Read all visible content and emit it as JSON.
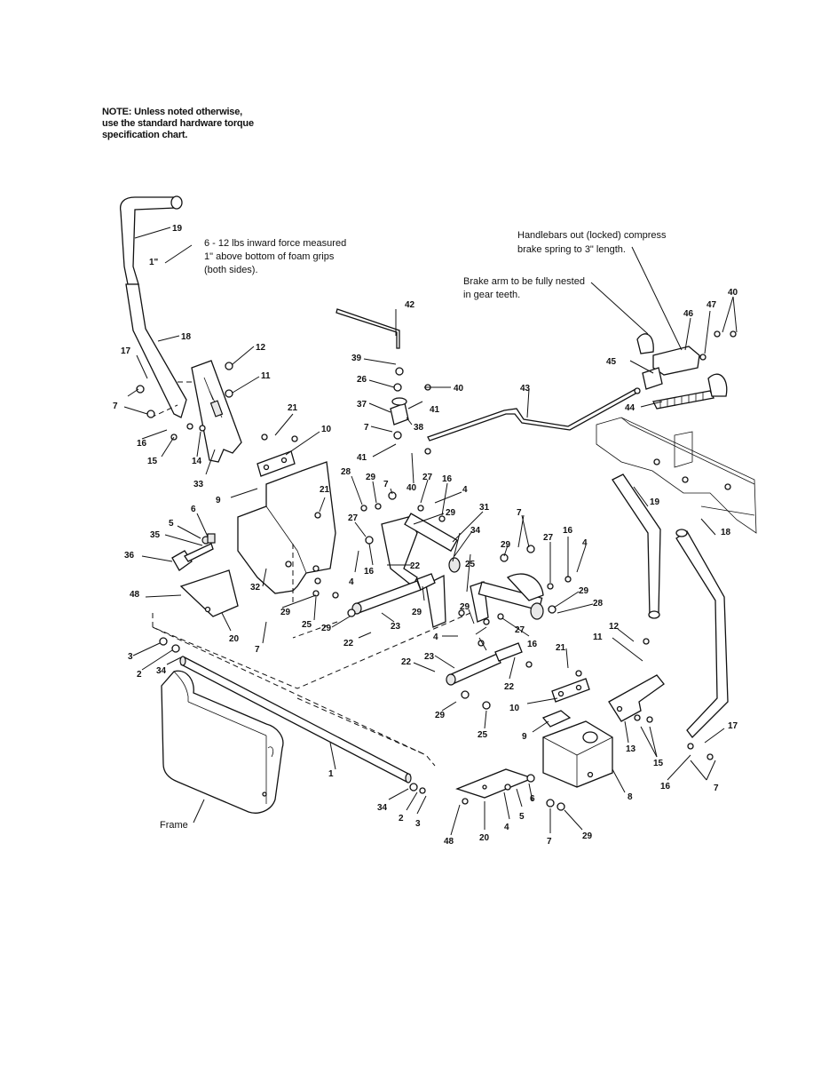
{
  "note": {
    "lines": [
      "NOTE: Unless noted otherwise,",
      "use the standard hardware torque",
      "specification chart."
    ]
  },
  "callouts": {
    "force_lines": [
      "6 - 12 lbs inward force measured",
      "1\" above bottom of foam grips",
      "(both sides)."
    ],
    "inch_mark": "1\"",
    "brake_arm_lines": [
      "Brake arm to be fully nested",
      "in gear teeth."
    ],
    "handlebars_lines": [
      "Handlebars out (locked) compress",
      "brake spring to 3\" length."
    ],
    "frame": "Frame"
  },
  "part_numbers": [
    {
      "id": "n19a",
      "t": "19"
    },
    {
      "id": "n18a",
      "t": "18"
    },
    {
      "id": "n17a",
      "t": "17"
    },
    {
      "id": "n7a",
      "t": "7"
    },
    {
      "id": "n16a",
      "t": "16"
    },
    {
      "id": "n15a",
      "t": "15"
    },
    {
      "id": "n14a",
      "t": "14"
    },
    {
      "id": "n33",
      "t": "33"
    },
    {
      "id": "n12a",
      "t": "12"
    },
    {
      "id": "n11a",
      "t": "11"
    },
    {
      "id": "n21a",
      "t": "21"
    },
    {
      "id": "n10a",
      "t": "10"
    },
    {
      "id": "n9a",
      "t": "9"
    },
    {
      "id": "n21b",
      "t": "21"
    },
    {
      "id": "n6a",
      "t": "6"
    },
    {
      "id": "n5a",
      "t": "5"
    },
    {
      "id": "n35",
      "t": "35"
    },
    {
      "id": "n36",
      "t": "36"
    },
    {
      "id": "n48a",
      "t": "48"
    },
    {
      "id": "n32",
      "t": "32"
    },
    {
      "id": "n20a",
      "t": "20"
    },
    {
      "id": "n7b",
      "t": "7"
    },
    {
      "id": "n29a",
      "t": "29"
    },
    {
      "id": "n3a",
      "t": "3"
    },
    {
      "id": "n2a",
      "t": "2"
    },
    {
      "id": "n34a",
      "t": "34"
    },
    {
      "id": "n1",
      "t": "1"
    },
    {
      "id": "n42",
      "t": "42"
    },
    {
      "id": "n39",
      "t": "39"
    },
    {
      "id": "n26",
      "t": "26"
    },
    {
      "id": "n40a",
      "t": "40"
    },
    {
      "id": "n41a",
      "t": "41"
    },
    {
      "id": "n37",
      "t": "37"
    },
    {
      "id": "n7c",
      "t": "7"
    },
    {
      "id": "n38",
      "t": "38"
    },
    {
      "id": "n41b",
      "t": "41"
    },
    {
      "id": "n28a",
      "t": "28"
    },
    {
      "id": "n29b",
      "t": "29"
    },
    {
      "id": "n7d",
      "t": "7"
    },
    {
      "id": "n40b",
      "t": "40"
    },
    {
      "id": "n27a",
      "t": "27"
    },
    {
      "id": "n16b",
      "t": "16"
    },
    {
      "id": "n4a",
      "t": "4"
    },
    {
      "id": "n29c",
      "t": "29"
    },
    {
      "id": "n31",
      "t": "31"
    },
    {
      "id": "n27b",
      "t": "27"
    },
    {
      "id": "n16c",
      "t": "16"
    },
    {
      "id": "n4b",
      "t": "4"
    },
    {
      "id": "n22a",
      "t": "22"
    },
    {
      "id": "n34b",
      "t": "34"
    },
    {
      "id": "n25a",
      "t": "25"
    },
    {
      "id": "n29d",
      "t": "29"
    },
    {
      "id": "n25b",
      "t": "25"
    },
    {
      "id": "n29e",
      "t": "29"
    },
    {
      "id": "n23a",
      "t": "23"
    },
    {
      "id": "n22b",
      "t": "22"
    },
    {
      "id": "n43",
      "t": "43"
    },
    {
      "id": "n45",
      "t": "45"
    },
    {
      "id": "n44",
      "t": "44"
    },
    {
      "id": "n46",
      "t": "46"
    },
    {
      "id": "n47",
      "t": "47"
    },
    {
      "id": "n40c",
      "t": "40"
    },
    {
      "id": "n7e",
      "t": "7"
    },
    {
      "id": "n29f",
      "t": "29"
    },
    {
      "id": "n27c",
      "t": "27"
    },
    {
      "id": "n16d",
      "t": "16"
    },
    {
      "id": "n4c",
      "t": "4"
    },
    {
      "id": "n29g",
      "t": "29"
    },
    {
      "id": "n28b",
      "t": "28"
    },
    {
      "id": "n27d",
      "t": "27"
    },
    {
      "id": "n16e",
      "t": "16"
    },
    {
      "id": "n4d",
      "t": "4"
    },
    {
      "id": "n29h",
      "t": "29"
    },
    {
      "id": "n22c",
      "t": "22"
    },
    {
      "id": "n23b",
      "t": "23"
    },
    {
      "id": "n22d",
      "t": "22"
    },
    {
      "id": "n29i",
      "t": "29"
    },
    {
      "id": "n25c",
      "t": "25"
    },
    {
      "id": "n21c",
      "t": "21"
    },
    {
      "id": "n10b",
      "t": "10"
    },
    {
      "id": "n9b",
      "t": "9"
    },
    {
      "id": "n12b",
      "t": "12"
    },
    {
      "id": "n11b",
      "t": "11"
    },
    {
      "id": "n13",
      "t": "13"
    },
    {
      "id": "n15b",
      "t": "15"
    },
    {
      "id": "n17b",
      "t": "17"
    },
    {
      "id": "n16f",
      "t": "16"
    },
    {
      "id": "n7f",
      "t": "7"
    },
    {
      "id": "n19b",
      "t": "19"
    },
    {
      "id": "n18b",
      "t": "18"
    },
    {
      "id": "n8",
      "t": "8"
    },
    {
      "id": "n6b",
      "t": "6"
    },
    {
      "id": "n5b",
      "t": "5"
    },
    {
      "id": "n4e",
      "t": "4"
    },
    {
      "id": "n20b",
      "t": "20"
    },
    {
      "id": "n48b",
      "t": "48"
    },
    {
      "id": "n7g",
      "t": "7"
    },
    {
      "id": "n29j",
      "t": "29"
    },
    {
      "id": "n34c",
      "t": "34"
    },
    {
      "id": "n2b",
      "t": "2"
    },
    {
      "id": "n3b",
      "t": "3"
    }
  ]
}
